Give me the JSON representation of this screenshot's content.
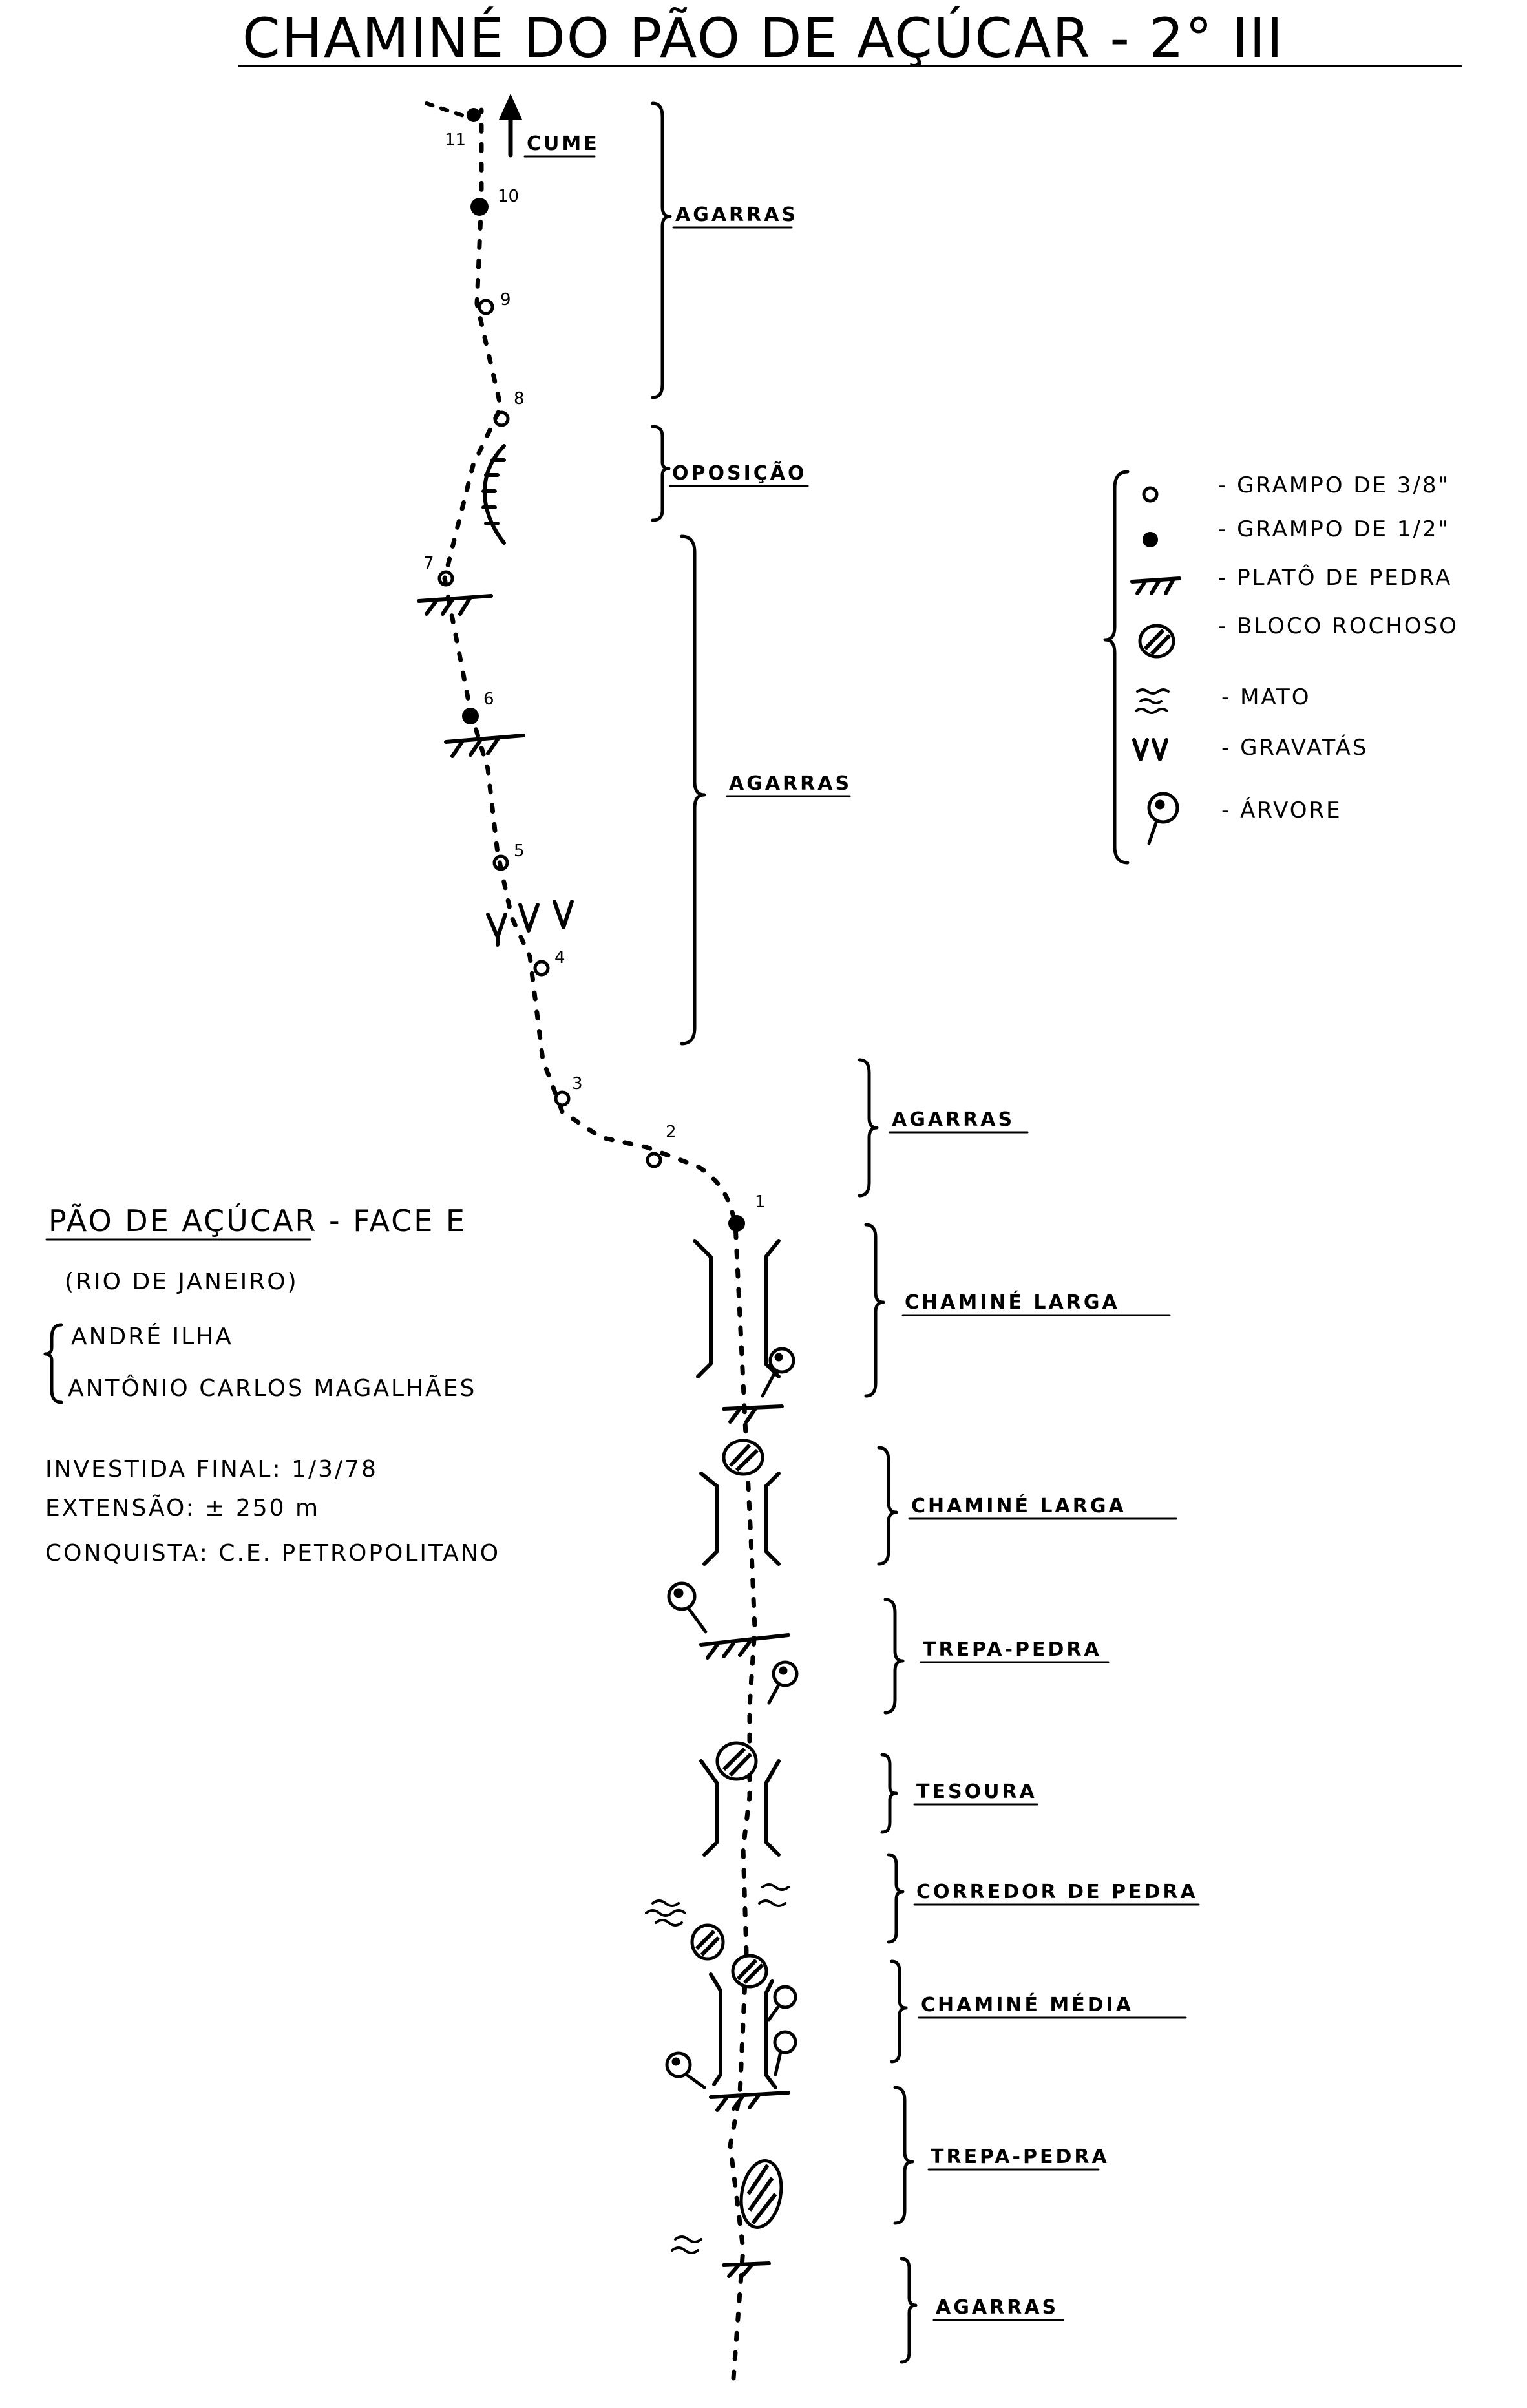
{
  "title": "CHAMINÉ DO PÃO DE AÇÚCAR - 2° III",
  "summit_label": "CUME",
  "route_points": [
    {
      "n": "1",
      "type": "1/2"
    },
    {
      "n": "2",
      "type": "3/8"
    },
    {
      "n": "3",
      "type": "3/8"
    },
    {
      "n": "4",
      "type": "3/8"
    },
    {
      "n": "5",
      "type": "3/8"
    },
    {
      "n": "6",
      "type": "1/2"
    },
    {
      "n": "7",
      "type": "3/8"
    },
    {
      "n": "8",
      "type": "3/8"
    },
    {
      "n": "9",
      "type": "3/8"
    },
    {
      "n": "10",
      "type": "1/2"
    },
    {
      "n": "11",
      "type": "1/2"
    }
  ],
  "sections": [
    "AGARRAS",
    "OPOSIÇÃO",
    "AGARRAS",
    "AGARRAS",
    "CHAMINÉ LARGA",
    "CHAMINÉ LARGA",
    "TREPA-PEDRA",
    "TESOURA",
    "CORREDOR DE PEDRA",
    "CHAMINÉ MÉDIA",
    "TREPA-PEDRA",
    "AGARRAS"
  ],
  "legend": [
    {
      "icon": "grampo-3-8",
      "label": "- GRAMPO DE 3/8\""
    },
    {
      "icon": "grampo-1-2",
      "label": "- GRAMPO DE 1/2\""
    },
    {
      "icon": "plato",
      "label": "- PLATÔ DE PEDRA"
    },
    {
      "icon": "bloco",
      "label": "- BLOCO ROCHOSO"
    },
    {
      "icon": "mato",
      "label": "- MATO"
    },
    {
      "icon": "gravatas",
      "label": "- GRAVATÁS"
    },
    {
      "icon": "arvore",
      "label": "- ÁRVORE"
    }
  ],
  "info": {
    "location": "PÃO DE AÇÚCAR - FACE E",
    "city": "(RIO DE JANEIRO)",
    "climber_1": "ANDRÉ ILHA",
    "climber_2": "ANTÔNIO CARLOS MAGALHÃES",
    "final_attempt": "INVESTIDA FINAL: 1/3/78",
    "length": "EXTENSÃO: ± 250 m",
    "conquest": "CONQUISTA: C.E. PETROPOLITANO"
  }
}
